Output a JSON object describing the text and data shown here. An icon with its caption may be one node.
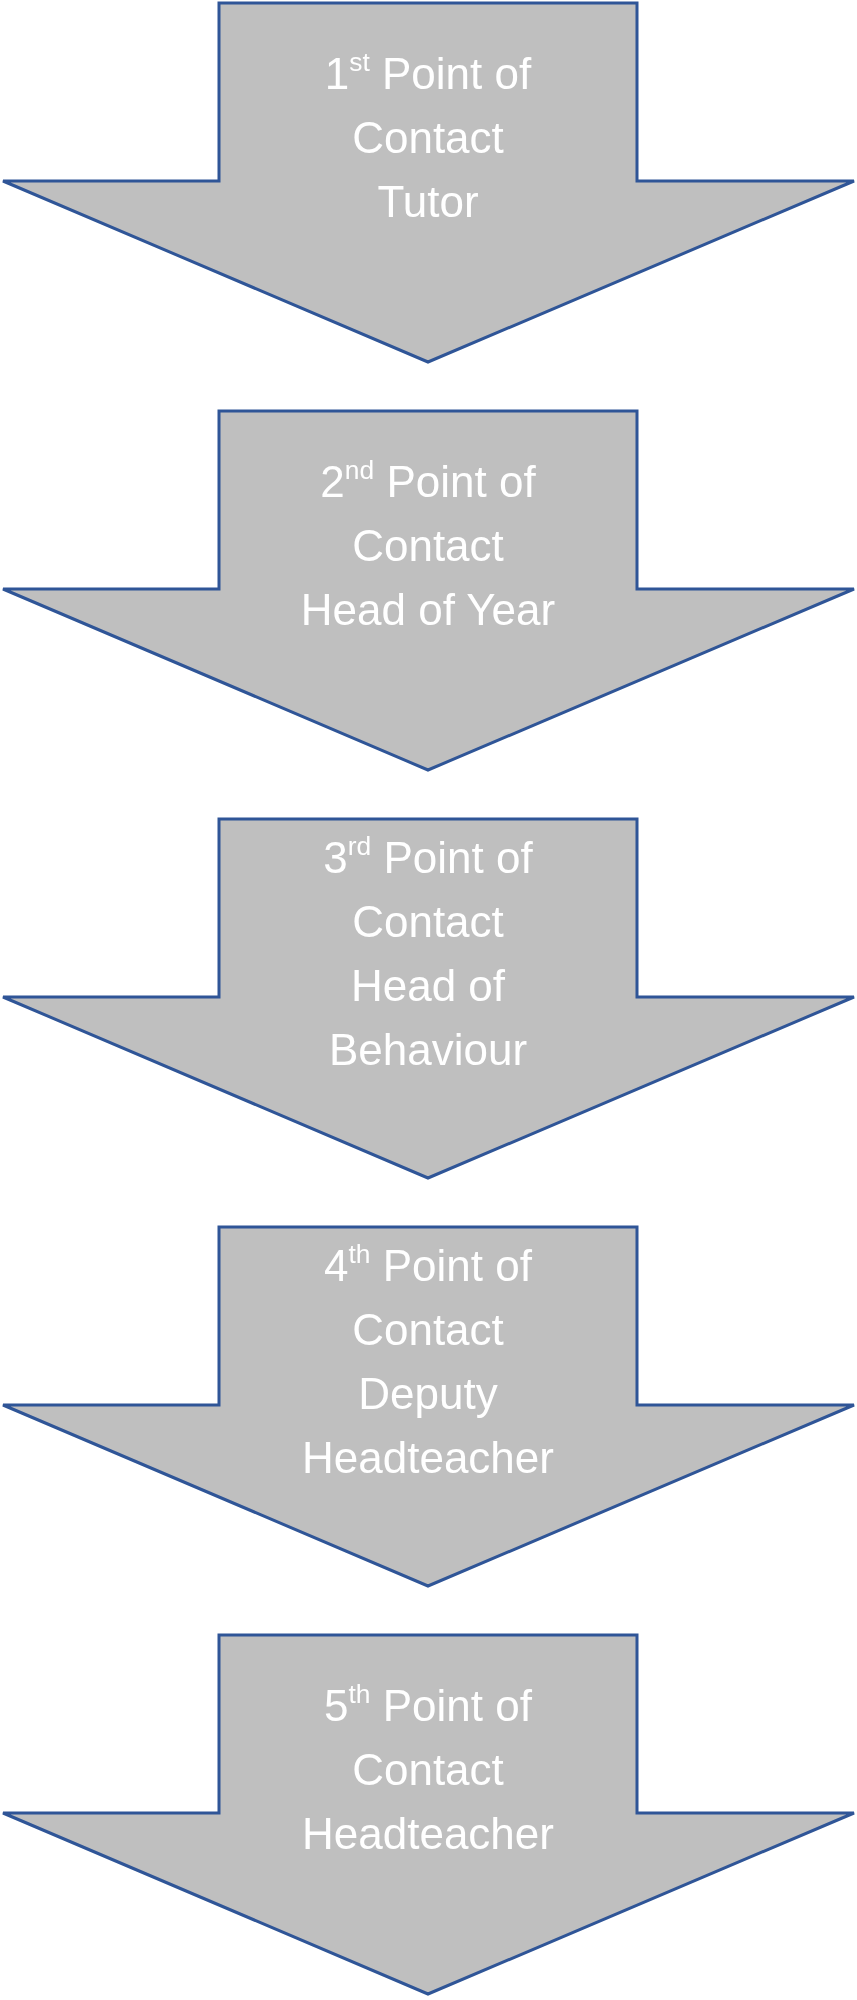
{
  "diagram": {
    "nodes": [
      {
        "text": [
          "1$^{st}$ Point of Contact",
          "Tutor"
        ]
      },
      {
        "text": [
          "2$^{nd}$ Point of Contact",
          "Head of Year"
        ]
      },
      {
        "text": [
          "3$^{rd}$ Point of Contact",
          "Head of Behaviour"
        ]
      },
      {
        "text": [
          "4$^{th}$ Point of Contact",
          "Deputy Headteacher"
        ]
      },
      {
        "text": [
          "5$^{th}$ Point of Contact",
          "Headteacher"
        ]
      }
    ]
  }
}
